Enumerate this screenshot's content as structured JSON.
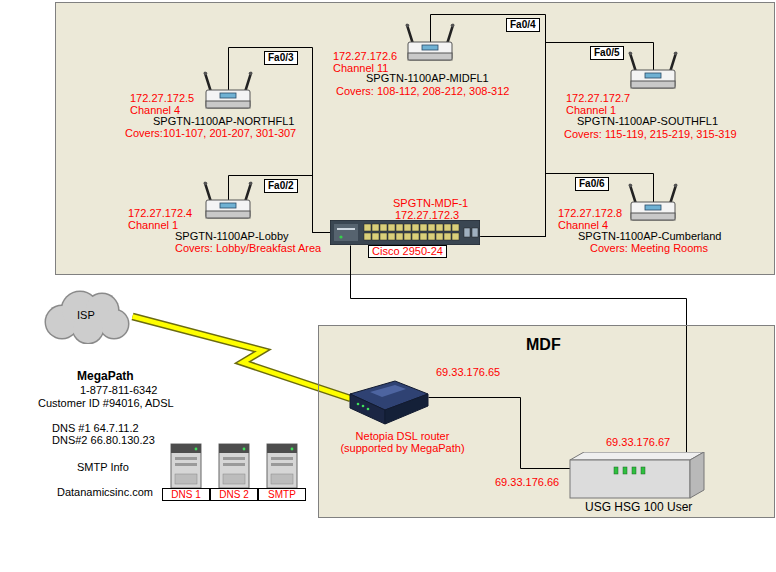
{
  "diagram": {
    "nodes": [
      {
        "text": [
          "172.27.172.5",
          "Channel 4",
          "SPGTN-1100AP-NORTHFL1",
          "Covers:101-107, 201-207, 301-307"
        ]
      },
      {
        "text": [
          "172.27.172.6",
          "Channel 11",
          "SPGTN-1100AP-MIDFL1",
          "Covers: 108-112, 208-212, 308-312"
        ]
      },
      {
        "text": [
          "172.27.172.7",
          "Channel 1",
          "SPGTN-1100AP-SOUTHFL1",
          "Covers: 115-119, 215-219, 315-319"
        ]
      },
      {
        "text": [
          "172.27.172.4",
          "Channel 1",
          "SPGTN-1100AP-Lobby",
          "Covers: Lobby/Breakfast Area"
        ]
      },
      {
        "text": [
          "SPGTN-MDF-1",
          "172.27.172.3",
          "Cisco 2950-24"
        ]
      },
      {
        "text": [
          "172.27.172.8",
          "Channel 4",
          "SPGTN-1100AP-Cumberland",
          "Covers: Meeting Rooms"
        ]
      },
      {
        "text": [
          "ISP"
        ]
      },
      {
        "text": [
          "MDF"
        ]
      },
      {
        "text": [
          "69.33.176.65",
          "Netopia DSL router (supported by MegaPath)"
        ],
        "in": 7
      },
      {
        "text": [
          "69.33.176.67",
          "69.33.176.66",
          "USG HSG 100 User"
        ],
        "in": 7
      },
      {
        "text": [
          "DNS 1"
        ]
      },
      {
        "text": [
          "DNS 2"
        ]
      },
      {
        "text": [
          "SMTP"
        ]
      }
    ],
    "edges": [
      {
        "from": 4,
        "to": 0,
        "label": "Fa0/3",
        "arrow": "none"
      },
      {
        "from": 4,
        "to": 1,
        "label": "Fa0/4",
        "arrow": "none"
      },
      {
        "from": 4,
        "to": 2,
        "label": "Fa0/5",
        "arrow": "none"
      },
      {
        "from": 4,
        "to": 3,
        "label": "Fa0/2",
        "arrow": "none"
      },
      {
        "from": 4,
        "to": 5,
        "label": "Fa0/6",
        "arrow": "none"
      },
      {
        "from": 6,
        "to": 8,
        "arrow": "none"
      },
      {
        "from": 4,
        "to": 9,
        "arrow": "none"
      },
      {
        "from": 8,
        "to": 9,
        "arrow": "none"
      }
    ],
    "labels": [
      "MegaPath",
      "1-877-811-6342",
      "Customer ID #94016, ADSL",
      "DNS #1 64.7.11.2",
      "DNS#2 66.80.130.23",
      "SMTP Info",
      "Datanamicsinc.com"
    ]
  }
}
